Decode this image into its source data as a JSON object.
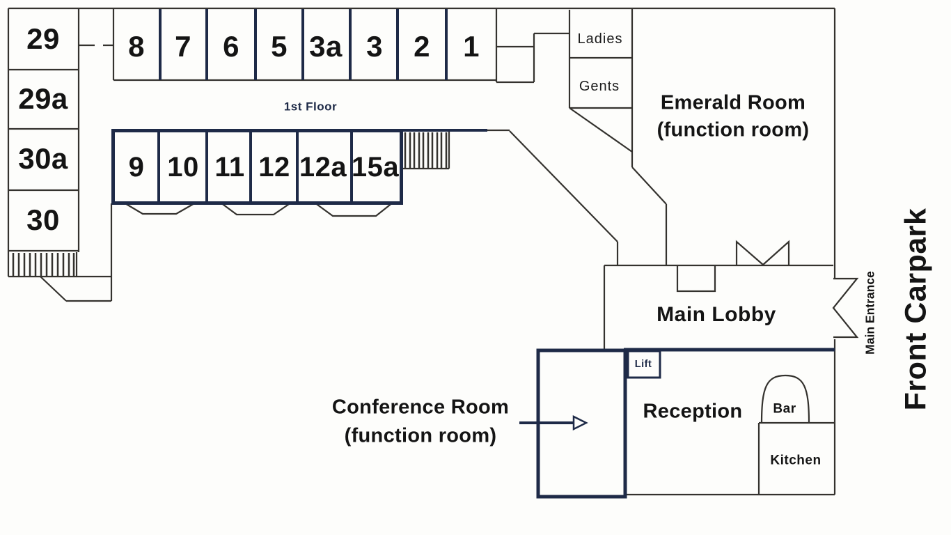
{
  "plan": {
    "floor_label": "1st Floor",
    "rooms": {
      "left_column": [
        "29",
        "29a",
        "30a",
        "30"
      ],
      "top_row": [
        "8",
        "7",
        "6",
        "5",
        "3a",
        "3",
        "2",
        "1"
      ],
      "middle_row": [
        "9",
        "10",
        "11",
        "12",
        "12a",
        "15a"
      ]
    },
    "facilities": {
      "ladies": "Ladies",
      "gents": "Gents",
      "lift": "Lift",
      "bar": "Bar",
      "kitchen": "Kitchen"
    },
    "areas": {
      "emerald_room": {
        "name": "Emerald Room",
        "type": "(function room)"
      },
      "conference_room": {
        "name": "Conference Room",
        "type": "(function room)"
      },
      "main_lobby": "Main Lobby",
      "reception": "Reception"
    },
    "exterior": {
      "main_entrance": "Main Entrance",
      "front_carpark": "Front Carpark"
    },
    "colors": {
      "wall_ink": "#34322e",
      "accent_navy": "#1e2a47",
      "paper": "#fdfdfb"
    }
  }
}
